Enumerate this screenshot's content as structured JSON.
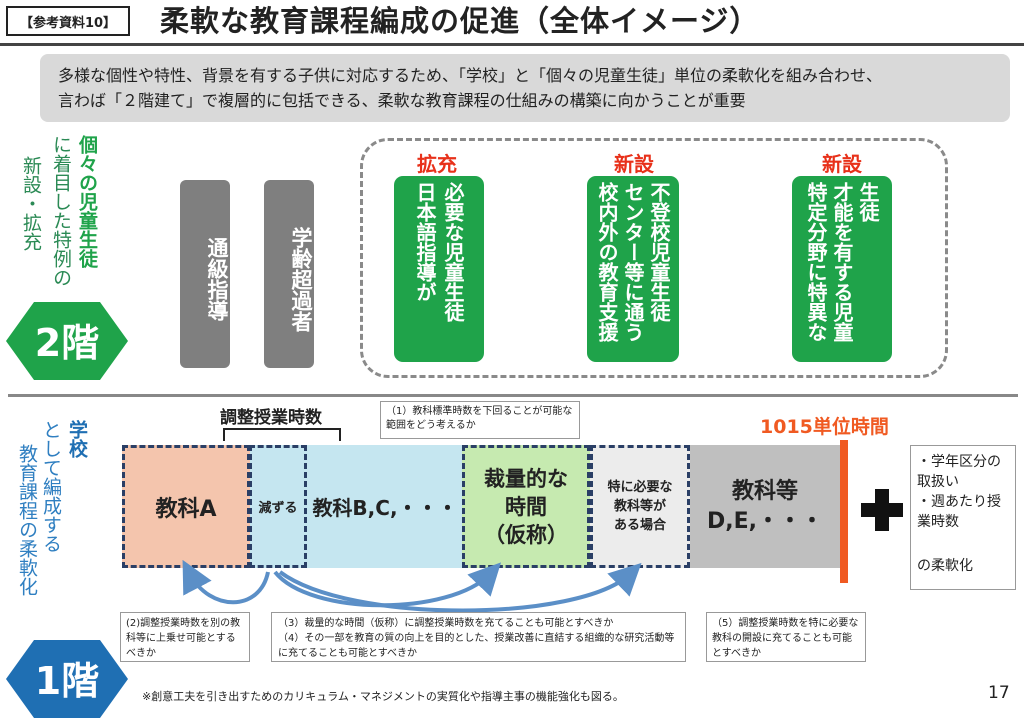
{
  "header": {
    "tag": "【参考資料10】",
    "title": "柔軟な教育課程編成の促進（全体イメージ）"
  },
  "summary": {
    "line1": "多様な個性や特性、背景を有する子供に対応するため、「学校」と「個々の児童生徒」単位の柔軟化を組み合わせ、",
    "line2": "言わば「２階建て」で複層的に包括できる、柔軟な教育課程の仕組みの構築に向かうことが重要"
  },
  "floor2": {
    "side_text_emph": "個々の児童生徒",
    "side_text_mid": "に着目した特例の",
    "side_text_end": "新設・拡充",
    "badge": "2階",
    "badge_color": "#1fa34a",
    "gray_bars": [
      "通級指導",
      "学齢超過者"
    ],
    "labels": [
      "拡充",
      "新設",
      "新設"
    ],
    "green_bars": {
      "nihongo": [
        "日本語指導が",
        "必要な児童生徒"
      ],
      "futoko": [
        "校内外の教育支援",
        "センター等に通う",
        "不登校児童生徒"
      ],
      "tokutei": [
        "特定分野に特異な",
        "才能を有する児童",
        "生徒"
      ]
    }
  },
  "floor1": {
    "side_text_emph": "学校",
    "side_text_mid": "として編成する",
    "side_text_end": "教育課程の柔軟化",
    "badge": "1階",
    "badge_color": "#1f6fb3",
    "chosei_heading": "調整授業時数",
    "note1": "（1）教科標準時数を下回ることが可能な範囲をどう考えるか",
    "segments": {
      "kyokaA": "教科A",
      "herasu": "減ずる",
      "kyokaB": "教科B,C,・・・",
      "sairyo": [
        "裁量的な",
        "時間",
        "（仮称）"
      ],
      "hitsuyo": [
        "特に必要な",
        "教科等が",
        "ある場合"
      ],
      "kyokaD": [
        "教科等",
        "D,E,・・・"
      ]
    },
    "units": "1015単位時間",
    "right_box": [
      "・学年区分の取扱い",
      "・週あたり授業時数",
      "の柔軟化"
    ],
    "note2": "(2)調整授業時数を別の教科等に上乗せ可能とするべきか",
    "note3_a": "（3）裁量的な時間（仮称）に調整授業時数を充てることも可能とすべきか",
    "note3_b": "（4）その一部を教育の質の向上を目的とした、授業改善に直結する組織的な研究活動等に充てることも可能とすべきか",
    "note4": "（5）調整授業時数を特に必要な教科の開設に充てることも可能とすべきか"
  },
  "footer": {
    "note": "※創意工夫を引き出すためのカリキュラム・マネジメントの実質化や指導主事の機能強化も図る。",
    "page": "17"
  }
}
